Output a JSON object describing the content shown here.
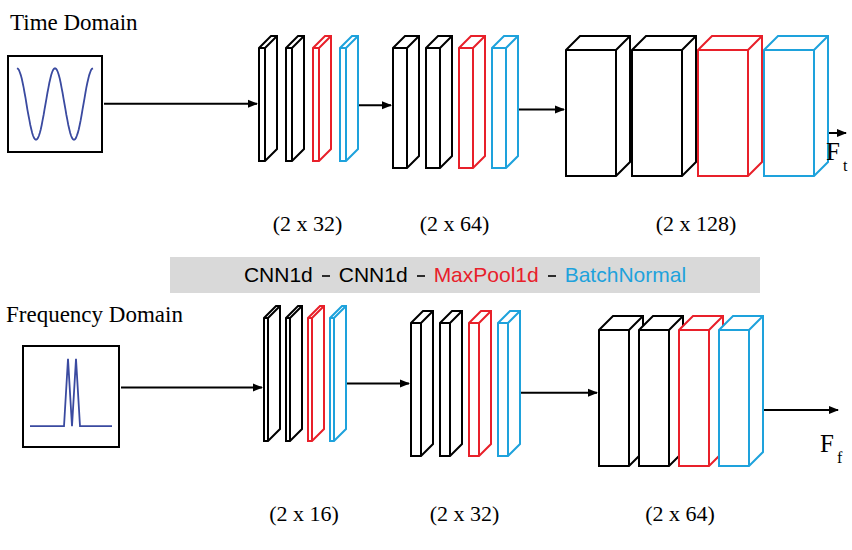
{
  "diagram": {
    "nodes": [
      {
        "text": [
          "Time Domain"
        ]
      },
      {
        "text": [
          "(2 x 32)"
        ]
      },
      {
        "text": [
          "(2 x 64)"
        ]
      },
      {
        "text": [
          "(2 x 128)"
        ]
      },
      {
        "text": [
          "Frequency Domain"
        ]
      },
      {
        "text": [
          "(2 x 16)"
        ]
      },
      {
        "text": [
          "(2 x 32)"
        ]
      },
      {
        "text": [
          "(2 x 64)"
        ]
      }
    ],
    "edges": [
      {
        "from": 0,
        "to": 1,
        "arrow": "to"
      },
      {
        "from": 1,
        "to": 2,
        "arrow": "to"
      },
      {
        "from": 2,
        "to": 3,
        "arrow": "to"
      },
      {
        "from": 4,
        "to": 5,
        "arrow": "to"
      },
      {
        "from": 5,
        "to": 6,
        "arrow": "to"
      },
      {
        "from": 6,
        "to": 7,
        "arrow": "to"
      }
    ],
    "labels": [
      "F",
      "t",
      "F",
      "f"
    ],
    "legend": [
      {
        "text": "CNN1d",
        "color": "#000000"
      },
      {
        "text": "CNN1d",
        "color": "#000000"
      },
      {
        "text": "MaxPool1d",
        "color": "#e8202a"
      },
      {
        "text": "BatchNormal",
        "color": "#1ea2dc"
      }
    ]
  }
}
